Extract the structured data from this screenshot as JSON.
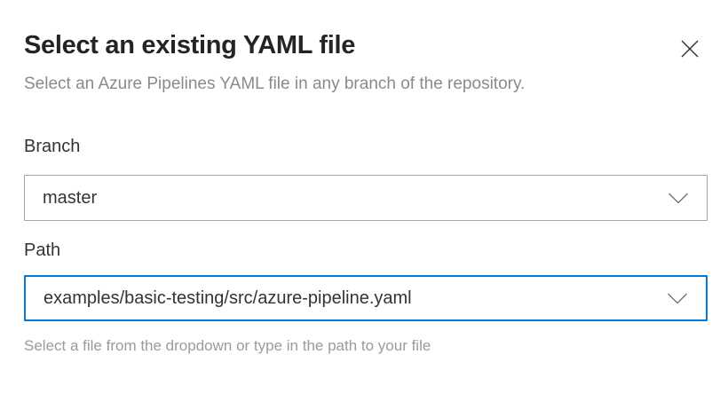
{
  "dialog": {
    "title": "Select an existing YAML file",
    "subtitle": "Select an Azure Pipelines YAML file in any branch of the repository."
  },
  "branch_field": {
    "label": "Branch",
    "value": "master"
  },
  "path_field": {
    "label": "Path",
    "value": "examples/basic-testing/src/azure-pipeline.yaml",
    "helper": "Select a file from the dropdown or type in the path to your file"
  },
  "icons": {
    "close": "close-icon",
    "branch_chevron": "chevron-down-icon",
    "path_chevron": "chevron-down-icon"
  },
  "colors": {
    "accent_focus_border": "#0078d4",
    "title_text": "#242424",
    "subtitle_text": "#8a8a8a",
    "label_text": "#333333",
    "input_border": "#a6a6a6",
    "input_text": "#333333",
    "helper_text": "#9b9b9b",
    "background": "#ffffff"
  }
}
